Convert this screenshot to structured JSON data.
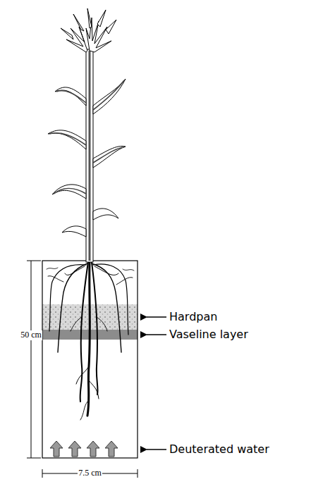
{
  "diagram": {
    "labels": [
      "Hardpan",
      "Vaseline layer",
      "Deuterated water",
      "50 cm",
      "7.5 cm"
    ]
  }
}
